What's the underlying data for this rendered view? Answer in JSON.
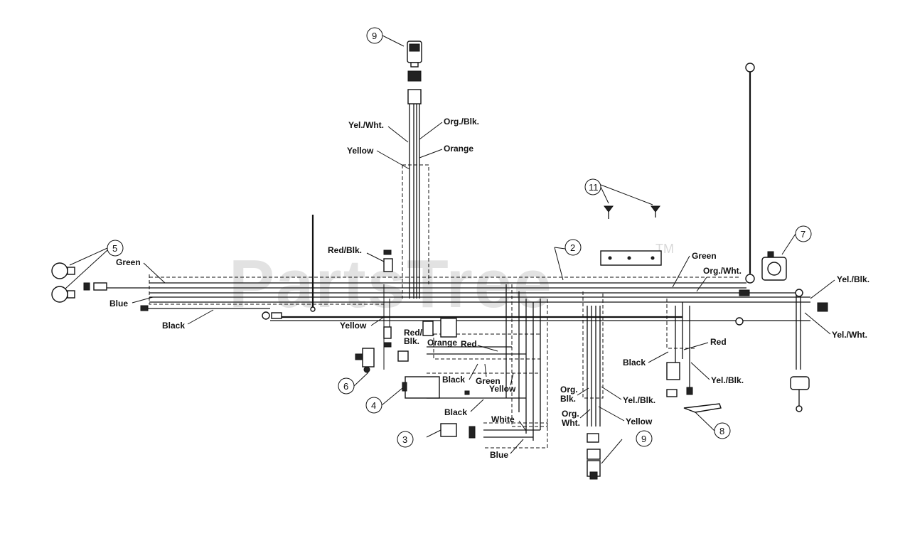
{
  "watermark": {
    "text": "PartsTree",
    "trademark": "TM"
  },
  "callouts": [
    "9",
    "5",
    "2",
    "11",
    "7",
    "6",
    "4",
    "3",
    "9",
    "8"
  ],
  "wire_labels": {
    "top_yel_wht": "Yel./Wht.",
    "top_org_blk": "Org./Blk.",
    "top_yellow": "Yellow",
    "top_orange": "Orange",
    "red_blk_upper": "Red/Blk.",
    "green_left": "Green",
    "blue_left": "Blue",
    "black_left": "Black",
    "yellow_mid": "Yellow",
    "red_blk_lower_1": "Red/",
    "red_blk_lower_2": "Blk.",
    "orange_lower": "Orange",
    "red_lower": "Red",
    "black_lower": "Black",
    "green_lower": "Green",
    "yellow_lower": "Yellow",
    "black_bottom": "Black",
    "white_bottom": "White",
    "blue_bottom": "Blue",
    "org_blk_right_1": "Org.",
    "org_blk_right_2": "Blk.",
    "org_wht_right_1": "Org.",
    "org_wht_right_2": "Wht.",
    "yel_blk_center": "Yel./Blk.",
    "yellow_center": "Yellow",
    "green_right": "Green",
    "org_wht_upper_right": "Org./Wht.",
    "yel_blk_far_right": "Yel./Blk.",
    "yel_wht_far_right": "Yel./Wht.",
    "black_right": "Black",
    "red_right": "Red",
    "yel_blk_right_low": "Yel./Blk."
  }
}
